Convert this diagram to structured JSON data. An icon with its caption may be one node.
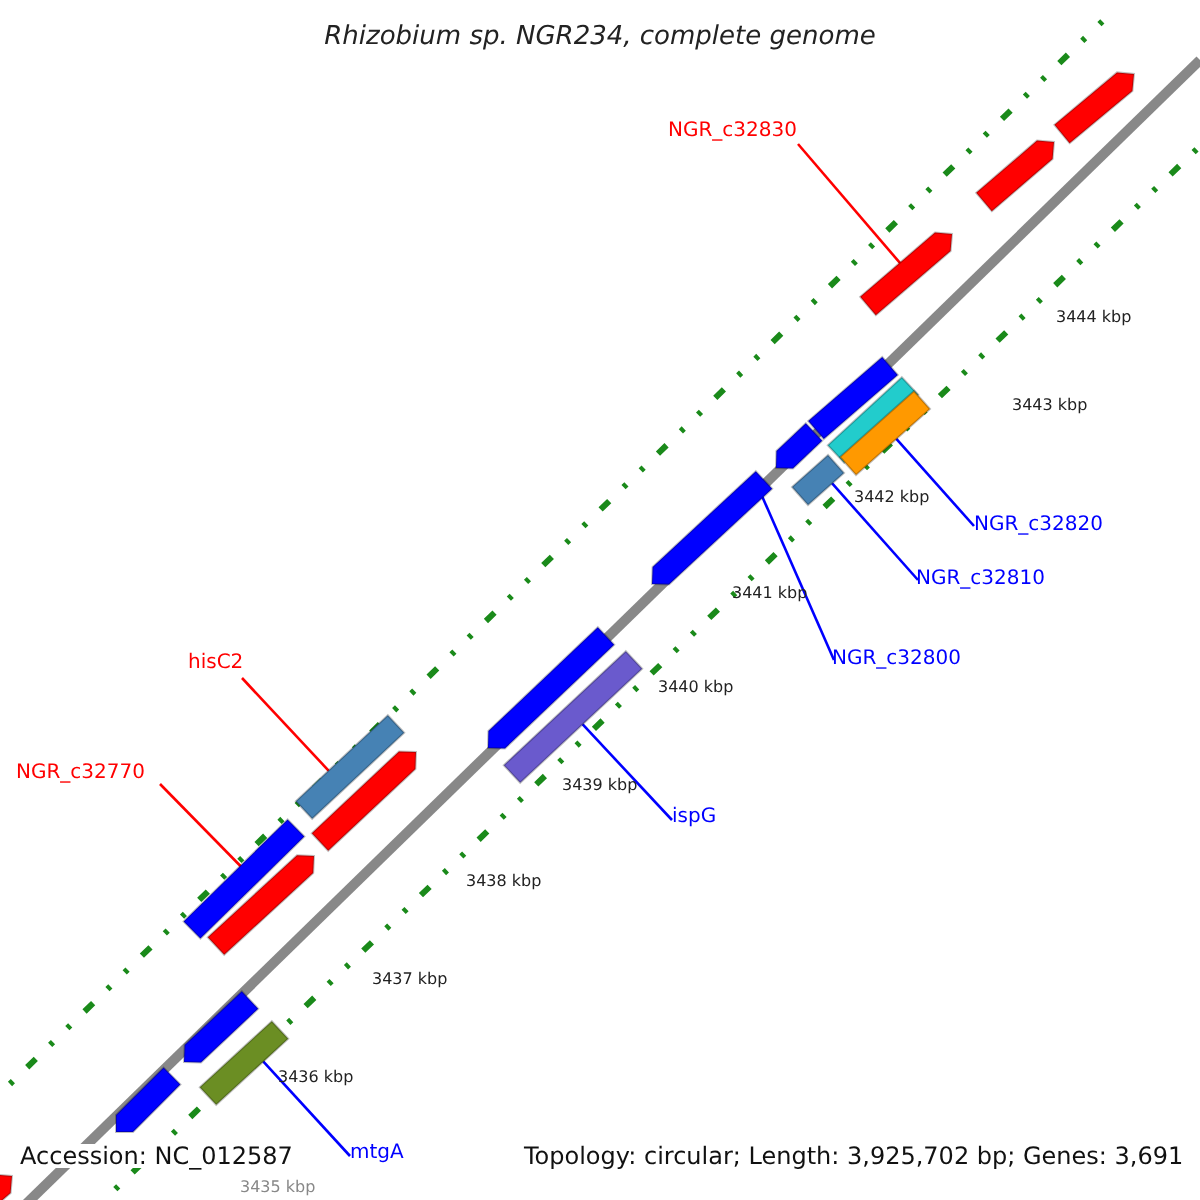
{
  "diagram": {
    "title": "Rhizobium sp. NGR234, complete genome",
    "nodes": [
      {
        "text": [
          "NGR_c32830"
        ]
      },
      {
        "text": [],
        "shape": "bar"
      },
      {
        "text": [
          "NGR_c32820"
        ]
      },
      {
        "text": [],
        "shape": "bar"
      },
      {
        "text": [
          "NGR_c32810"
        ]
      },
      {
        "text": [],
        "shape": "bar"
      },
      {
        "text": [
          "NGR_c32800"
        ]
      },
      {
        "text": [],
        "shape": "bar"
      },
      {
        "text": [
          "hisC2"
        ]
      },
      {
        "text": [],
        "shape": "bar"
      },
      {
        "text": [
          "ispG"
        ]
      },
      {
        "text": [],
        "shape": "bar"
      },
      {
        "text": [
          "NGR_c32770"
        ]
      },
      {
        "text": [],
        "shape": "bar"
      },
      {
        "text": [
          "mtgA"
        ]
      },
      {
        "text": [],
        "shape": "bar"
      }
    ],
    "edges": [
      {
        "from": 0,
        "to": 1,
        "arrow": "none",
        "color": "#ff0000"
      },
      {
        "from": 2,
        "to": 3,
        "arrow": "none"
      },
      {
        "from": 4,
        "to": 5,
        "arrow": "none"
      },
      {
        "from": 6,
        "to": 7,
        "arrow": "none"
      },
      {
        "from": 8,
        "to": 9,
        "arrow": "none",
        "color": "#ff0000"
      },
      {
        "from": 10,
        "to": 11,
        "arrow": "none"
      },
      {
        "from": 12,
        "to": 13,
        "arrow": "none",
        "color": "#ff0000"
      },
      {
        "from": 14,
        "to": 15,
        "arrow": "none"
      }
    ],
    "labels": [
      "3444 kbp",
      "3443 kbp",
      "3442 kbp",
      "3441 kbp",
      "3440 kbp",
      "3439 kbp",
      "3438 kbp",
      "3437 kbp",
      "3436 kbp",
      "3435 kbp",
      "Accession: NC_012587",
      "Topology: circular; Length: 3,925,702 bp; Genes: 3,691"
    ]
  }
}
